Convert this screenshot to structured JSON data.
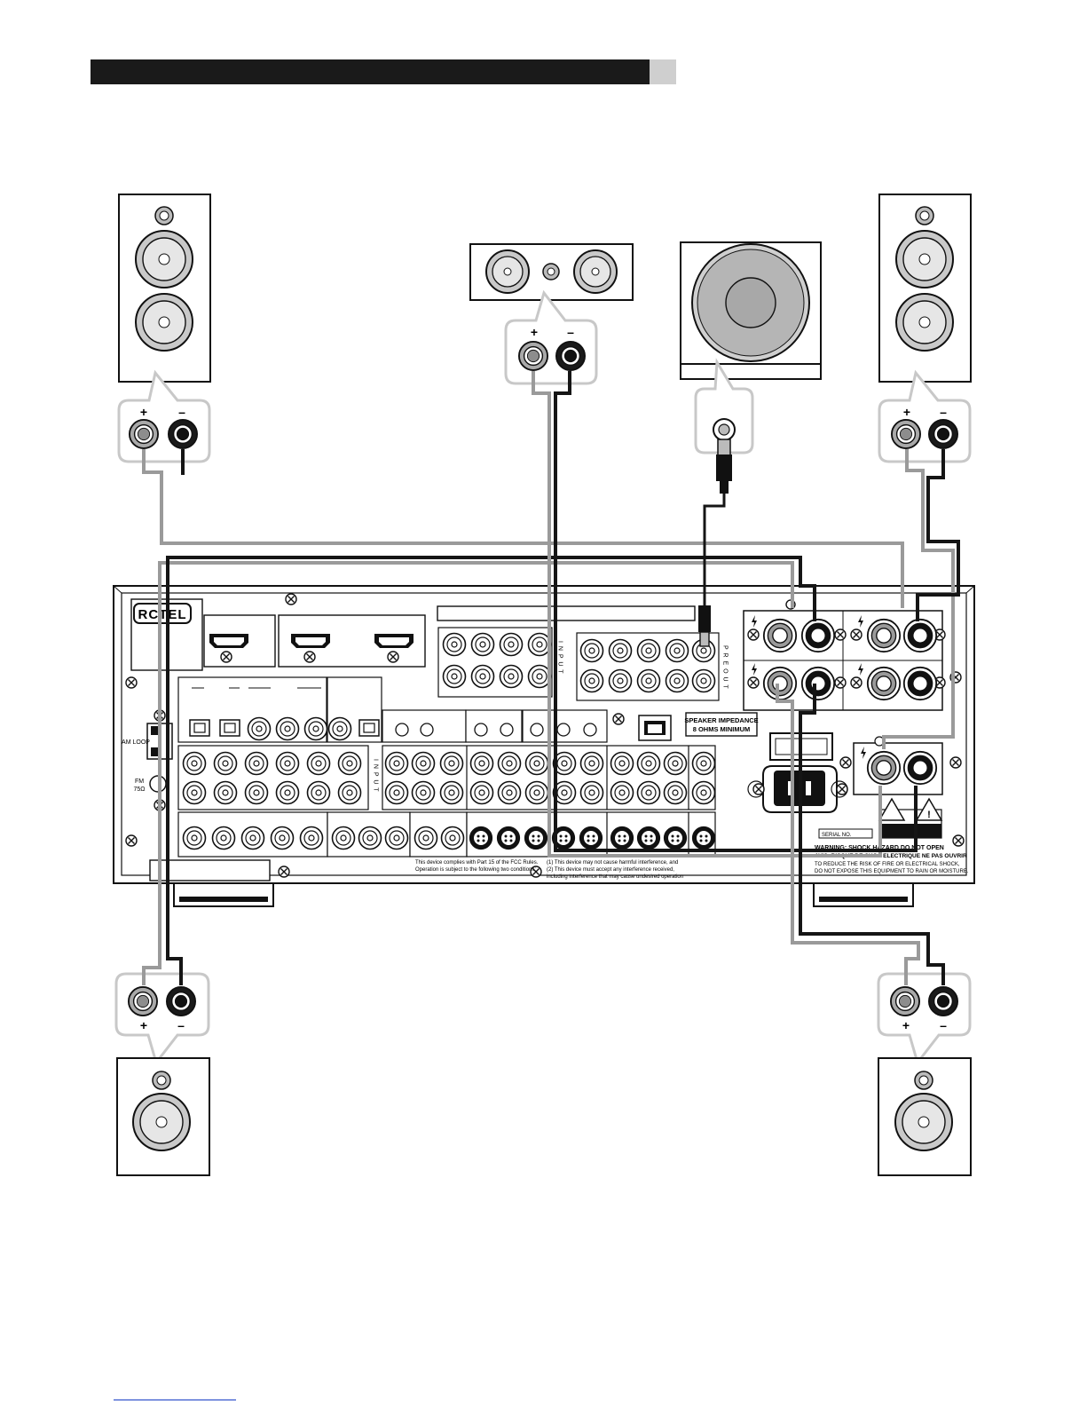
{
  "brand": {
    "logo": "RCTEL"
  },
  "speakers": {
    "terminal_plus": "+",
    "terminal_minus": "–"
  },
  "receiver": {
    "input_label": "I N P U T",
    "pre_out_label": "P R E   O U T",
    "impedance_line1": "SPEAKER IMPEDANCE",
    "impedance_line2": "8 OHMS MINIMUM",
    "loop_label": "AM LOOP",
    "fm_label_line1": "FM",
    "fm_label_line2": "75Ω",
    "serial_label": "SERIAL NO.",
    "fcc_text_line1": "This device complies with Part 15 of the FCC Rules.",
    "fcc_text_line2": "Operation is subject to the following two conditions:",
    "fcc_text_line3": "(1) This device may not cause harmful interference, and",
    "fcc_text_line4": "(2) This device must accept any interference received,",
    "fcc_text_line5": "including interference that may cause undesired operation",
    "warning_line1": "WARNING:  SHOCK HAZARD DO NOT OPEN",
    "warning_line2": "AVIS: RISQUE DE CHOC ELECTRIQUE NE PAS OUVRIR",
    "warning_line3": "TO REDUCE THE RISK OF FIRE OR ELECTRICAL SHOCK,",
    "warning_line4": "DO NOT EXPOSE THIS EQUIPMENT TO RAIN OR MOISTURE."
  },
  "colors": {
    "wire_positive": "#9a9a9a",
    "wire_negative": "#151515",
    "header_bar": "#1a1a1a",
    "header_accent": "#cfcfcf"
  }
}
